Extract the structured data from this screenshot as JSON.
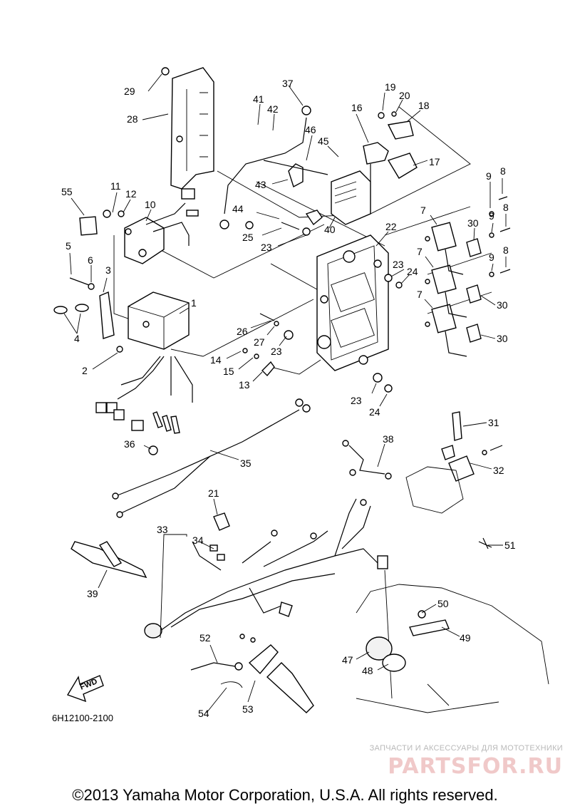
{
  "diagram_code": "6H12100-2100",
  "fwd_label": "FWD",
  "watermark": {
    "tagline": "ЗАПЧАСТИ И АКСЕССУАРЫ ДЛЯ МОТОТЕХНИКИ",
    "logo": "PARTSFOR.RU"
  },
  "copyright": "©2013 Yamaha Motor Corporation, U.S.A. All rights reserved.",
  "callouts": [
    "1",
    "2",
    "3",
    "4",
    "5",
    "6",
    "7",
    "8",
    "9",
    "10",
    "11",
    "12",
    "13",
    "14",
    "15",
    "16",
    "17",
    "18",
    "19",
    "20",
    "21",
    "22",
    "23",
    "24",
    "25",
    "26",
    "27",
    "28",
    "29",
    "30",
    "31",
    "32",
    "33",
    "34",
    "35",
    "36",
    "37",
    "38",
    "39",
    "40",
    "41",
    "42",
    "43",
    "44",
    "45",
    "46",
    "47",
    "48",
    "49",
    "50",
    "51",
    "52",
    "53",
    "54",
    "55"
  ]
}
